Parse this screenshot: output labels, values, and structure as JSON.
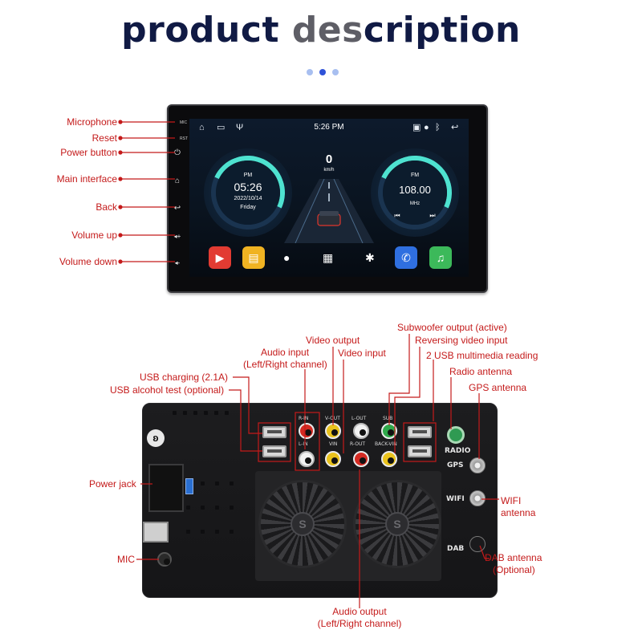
{
  "header": {
    "title_pre": "product ",
    "title_mid": "des",
    "title_post": "cription"
  },
  "front": {
    "bezel_labels": {
      "mic": "MIC",
      "rst": "RST"
    },
    "status_bar": {
      "time": "5:26 PM"
    },
    "left_gauge": {
      "period": "PM",
      "time": "05:26",
      "date": "2022/10/14",
      "day": "Friday"
    },
    "speed": {
      "value": "0",
      "unit": "km/h"
    },
    "right_gauge": {
      "band": "FM",
      "frequency": "108.00",
      "unit": "MHz"
    },
    "callouts": {
      "microphone": "Microphone",
      "reset": "Reset",
      "power_button": "Power button",
      "main_interface": "Main interface",
      "back": "Back",
      "volume_up": "Volume up",
      "volume_down": "Volume down"
    }
  },
  "rear": {
    "callouts": {
      "video_output": "Video output",
      "audio_input_1": "Audio input",
      "audio_input_2": "(Left/Right channel)",
      "video_input": "Video input",
      "subwoofer_output": "Subwoofer output (active)",
      "reversing_video_input": "Reversing video input",
      "usb_multimedia": "2 USB multimedia reading",
      "radio_antenna": "Radio antenna",
      "gps_antenna": "GPS antenna",
      "usb_charging": "USB charging (2.1A)",
      "usb_alcohol_test": "USB alcohol test (optional)",
      "power_jack": "Power jack",
      "wifi_antenna_1": "WIFI",
      "wifi_antenna_2": "antenna",
      "mic": "MIC",
      "dab_antenna_1": "DAB antenna",
      "dab_antenna_2": "(Optional)",
      "audio_output_1": "Audio output",
      "audio_output_2": "(Left/Right channel)"
    },
    "panel_text": {
      "radio": "RADIO",
      "gps": "GPS",
      "wifi": "WIFI",
      "dab": "DAB"
    }
  },
  "colors": {
    "callout": "#c41a1a",
    "title": "#101a44",
    "accent_dot": "#2f52d8"
  }
}
